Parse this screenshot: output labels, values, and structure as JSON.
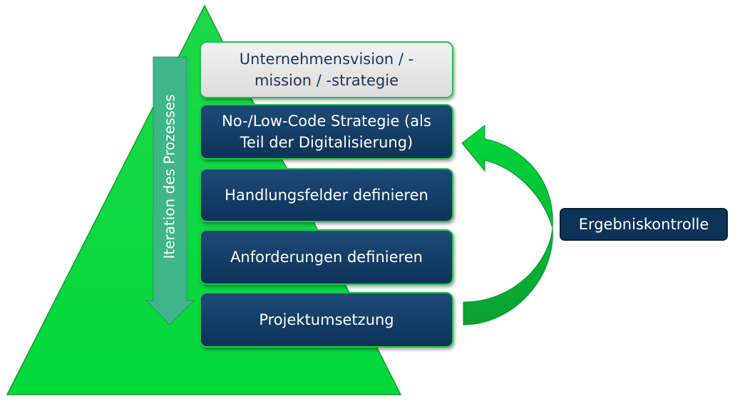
{
  "pyramid_levels": [
    {
      "label": "Unternehmensvision / -mission / -strategie"
    },
    {
      "label": "No-/Low-Code Strategie (als Teil der Digitalisierung)"
    },
    {
      "label": "Handlungsfelder definieren"
    },
    {
      "label": "Anforderungen definieren"
    },
    {
      "label": "Projektumsetzung"
    }
  ],
  "iteration_label": "Iteration des Prozesses",
  "feedback_label": "Ergebniskontrolle",
  "colors": {
    "triangle": "#00dd3c",
    "box": "#0d3358",
    "arrow": "#3fb58a"
  }
}
